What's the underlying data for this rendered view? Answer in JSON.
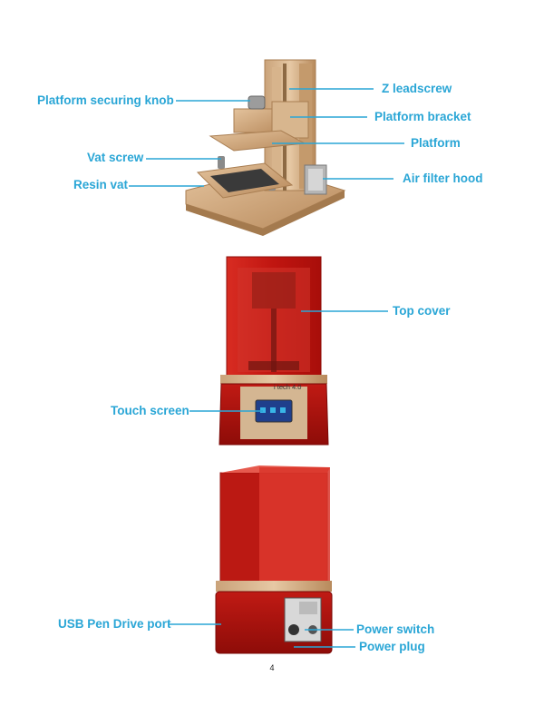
{
  "labels": {
    "z_leadscrew": "Z leadscrew",
    "platform_securing_knob": "Platform securing knob",
    "platform_bracket": "Platform bracket",
    "platform": "Platform",
    "vat_screw": "Vat screw",
    "resin_vat": "Resin vat",
    "air_filter_hood": "Air filter hood",
    "top_cover": "Top cover",
    "touch_screen": "Touch screen",
    "usb_pen_drive_port": "USB Pen Drive port",
    "power_switch": "Power switch",
    "power_plug": "Power plug"
  },
  "brand_text": "i tech 4.0",
  "page_number": "4",
  "colors": {
    "label": "#2aa6d6",
    "gold": "#c9a074",
    "red": "#c41a14",
    "red_light": "#e0463c"
  }
}
